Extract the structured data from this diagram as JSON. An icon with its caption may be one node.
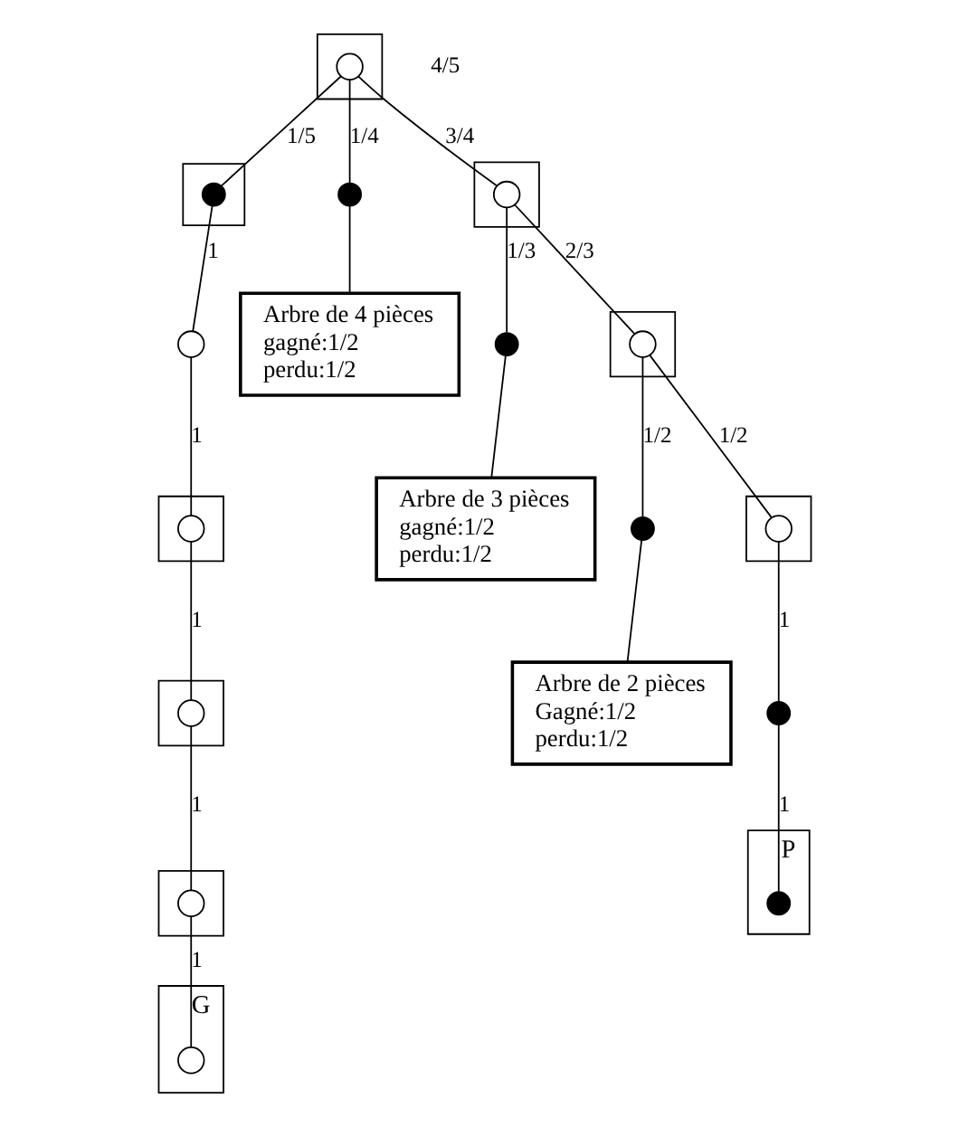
{
  "diagram": {
    "nodes": [
      {
        "text": [],
        "shape": "box"
      },
      {
        "text": [],
        "shape": "circle",
        "in": 0
      },
      {
        "text": [],
        "shape": "box"
      },
      {
        "text": [],
        "shape": "circle",
        "in": 2
      },
      {
        "text": [],
        "shape": "box"
      },
      {
        "text": [],
        "shape": "circle",
        "in": 4
      },
      {
        "text": [],
        "shape": "box",
        "beside": [
          "G"
        ]
      },
      {
        "text": [],
        "shape": "circle",
        "in": 6
      },
      {
        "text": [],
        "shape": "circle"
      },
      {
        "text": [],
        "shape": "box"
      },
      {
        "text": [],
        "shape": "dot",
        "in": 9
      },
      {
        "text": [
          "Arbre de 4 pièces",
          "gagné:1/2",
          "perdu:1/2"
        ]
      },
      {
        "text": [],
        "shape": "dot"
      },
      {
        "text": [],
        "shape": "box"
      },
      {
        "text": [],
        "shape": "circle",
        "in": 13
      },
      {
        "text": [
          "Arbre de 3 pièces",
          "gagné:1/2",
          "perdu:1/2"
        ]
      },
      {
        "text": [],
        "shape": "dot"
      },
      {
        "text": [],
        "shape": "box"
      },
      {
        "text": [],
        "shape": "circle",
        "in": 17
      },
      {
        "text": [
          "Arbre de 2 pièces",
          "Gagné:1/2",
          "perdu:1/2"
        ]
      },
      {
        "text": [],
        "shape": "dot"
      },
      {
        "text": [],
        "shape": "box"
      },
      {
        "text": [],
        "shape": "circle",
        "in": 21
      },
      {
        "text": [],
        "shape": "box"
      },
      {
        "text": [],
        "shape": "circle",
        "in": 23
      },
      {
        "text": [],
        "shape": "dot"
      },
      {
        "text": [],
        "shape": "box",
        "beside": [
          "P"
        ]
      },
      {
        "text": [],
        "shape": "dot",
        "in": 26
      }
    ],
    "edges": [
      {
        "from": 1,
        "to": 3,
        "arrow": "none",
        "label": "1"
      },
      {
        "from": 3,
        "to": 5,
        "arrow": "none",
        "label": "1"
      },
      {
        "from": 5,
        "to": 7,
        "arrow": "none",
        "label": "1"
      },
      {
        "from": 8,
        "to": 1,
        "arrow": "none",
        "label": "1"
      },
      {
        "from": 10,
        "to": 8,
        "arrow": "none",
        "label": "1"
      },
      {
        "from": 14,
        "to": 10,
        "arrow": "none",
        "label": "1/5"
      },
      {
        "from": 14,
        "to": 12,
        "arrow": "none",
        "label": "1/4"
      },
      {
        "from": 12,
        "to": 11,
        "arrow": "none"
      },
      {
        "from": 14,
        "to": 18,
        "arrow": "none",
        "label": "3/4"
      },
      {
        "from": 18,
        "to": 16,
        "arrow": "none",
        "label": "1/3"
      },
      {
        "from": 16,
        "to": 15,
        "arrow": "none"
      },
      {
        "from": 18,
        "to": 22,
        "arrow": "none",
        "label": "2/3"
      },
      {
        "from": 22,
        "to": 20,
        "arrow": "none",
        "label": "1/2"
      },
      {
        "from": 20,
        "to": 19,
        "arrow": "none"
      },
      {
        "from": 22,
        "to": 24,
        "arrow": "none",
        "label": "1/2"
      },
      {
        "from": 24,
        "to": 25,
        "arrow": "none",
        "label": "1"
      },
      {
        "from": 25,
        "to": 27,
        "arrow": "none",
        "label": "1"
      }
    ],
    "labels": [
      "4/5"
    ]
  }
}
